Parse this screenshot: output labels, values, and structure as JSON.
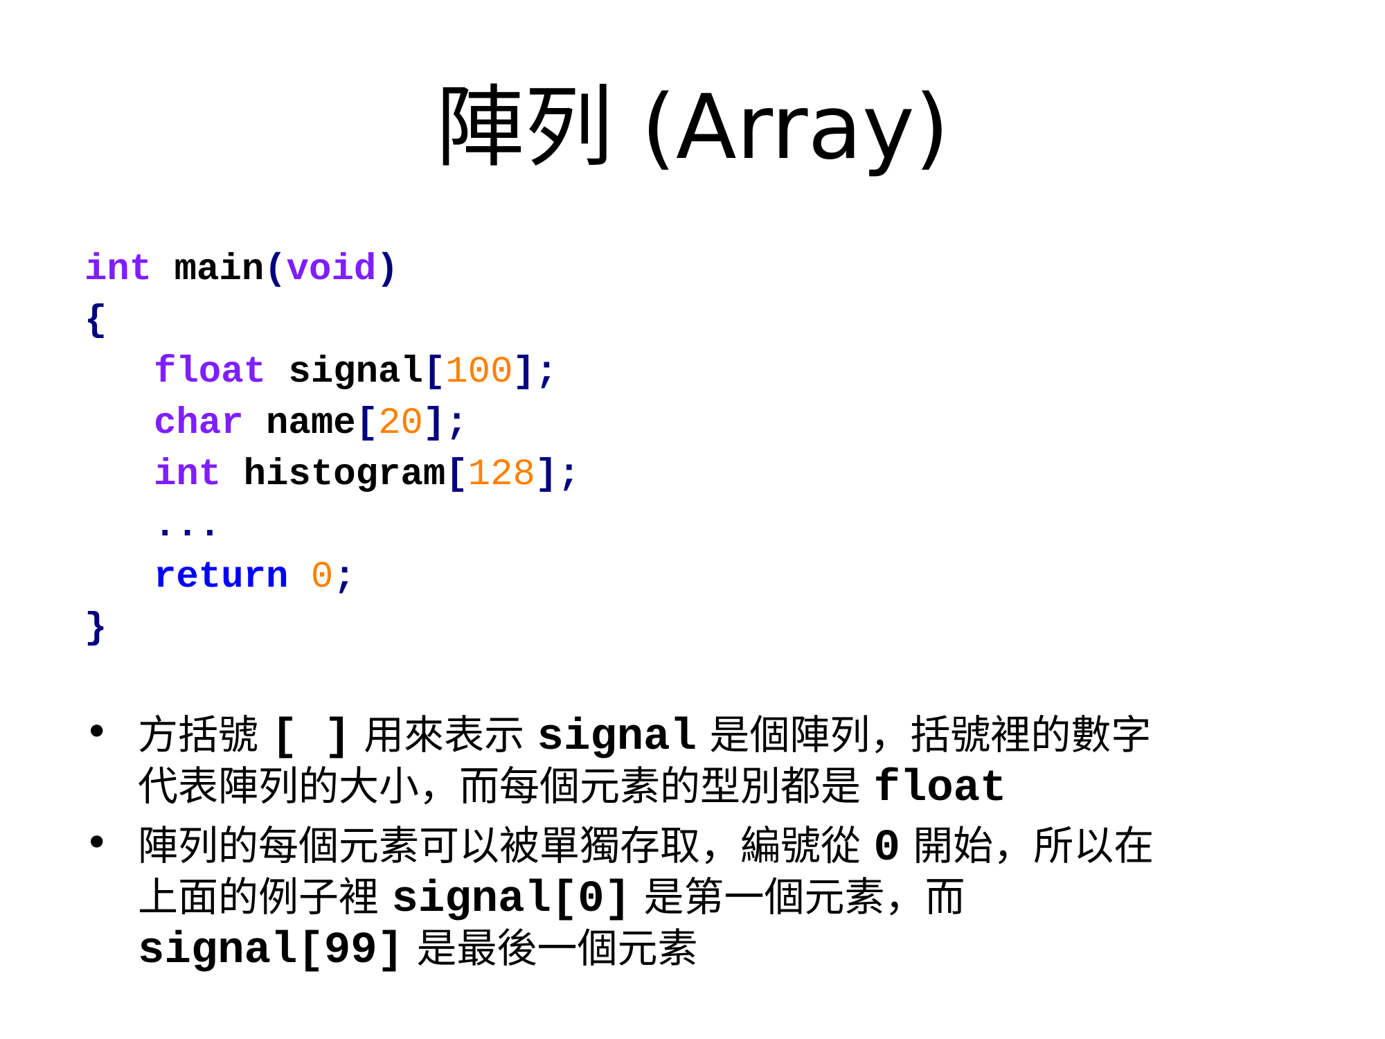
{
  "title": "陣列 (Array)",
  "code": {
    "line1": {
      "kw": "int",
      "name": " main",
      "open": "(",
      "arg": "void",
      "close": ")"
    },
    "line2": "{",
    "line3": {
      "kw": "float",
      "name": " signal",
      "lb": "[",
      "num": "100",
      "rb": "]",
      "semi": ";"
    },
    "line4": {
      "kw": "char",
      "name": " name",
      "lb": "[",
      "num": "20",
      "rb": "]",
      "semi": ";"
    },
    "line5": {
      "kw": "int",
      "name": " histogram",
      "lb": "[",
      "num": "128",
      "rb": "]",
      "semi": ";"
    },
    "line6": "...",
    "line7": {
      "kw": "return",
      "num": " 0",
      "semi": ";"
    },
    "line8": "}"
  },
  "bullets": [
    {
      "symbol": "•",
      "l1a": "方括號 ",
      "l1code": "[ ]",
      "l1b": " 用來表示 ",
      "l1code2": "signal",
      "l1c": " 是個陣列，括號裡的數字",
      "l2a": "代表陣列的大小，而每個元素的型別都是 ",
      "l2code": "float"
    },
    {
      "symbol": "•",
      "l1a": "陣列的每個元素可以被單獨存取，編號從 ",
      "l1code": "0",
      "l1b": " 開始，所以在",
      "l2a": "上面的例子裡 ",
      "l2code": "signal[0]",
      "l2b": " 是第一個元素，而",
      "l3code": "signal[99]",
      "l3a": " 是最後一個元素"
    }
  ],
  "colors": {
    "keyword": "#7f1fff",
    "return": "#0000ff",
    "punct": "#000080",
    "number": "#ff8000"
  }
}
